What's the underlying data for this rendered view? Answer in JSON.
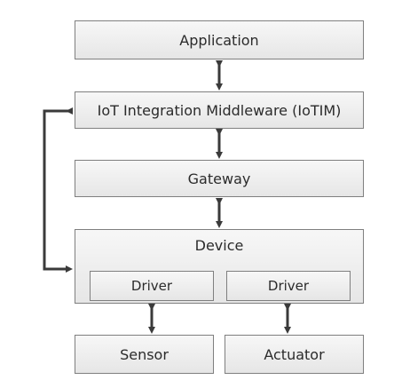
{
  "diagram": {
    "application": "Application",
    "middleware": "IoT Integration Middleware (IoTIM)",
    "gateway": "Gateway",
    "device": "Device",
    "driver_left": "Driver",
    "driver_right": "Driver",
    "sensor": "Sensor",
    "actuator": "Actuator"
  },
  "colors": {
    "box_border": "#7f7f7f",
    "box_fill_top": "#f7f7f7",
    "box_fill_bottom": "#e6e6e6",
    "arrow": "#3a3a3a",
    "text": "#2b2b2b"
  }
}
